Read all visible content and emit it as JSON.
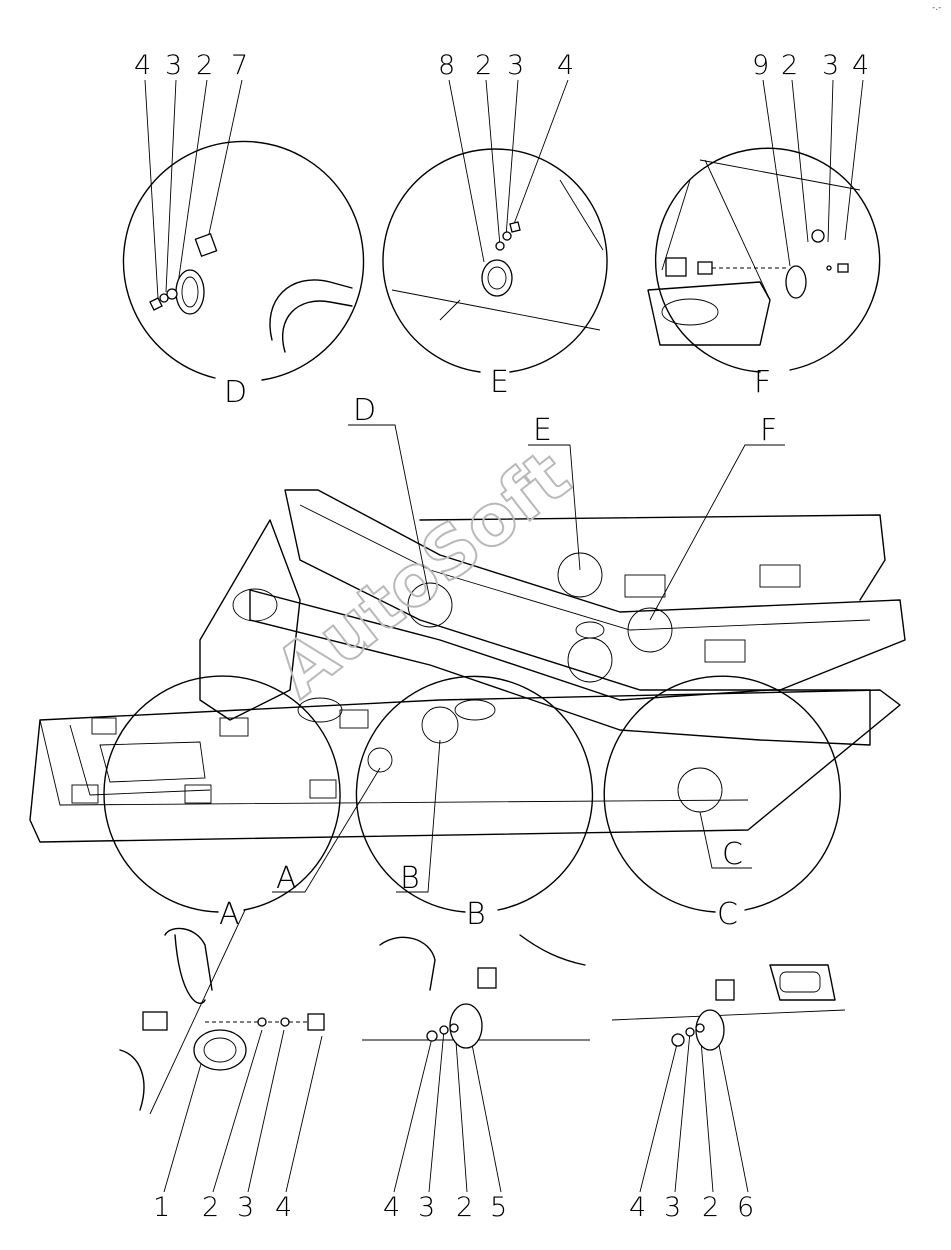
{
  "watermark": "AutoSoft",
  "corner_mark": "-.-",
  "callout_letters": [
    "A",
    "B",
    "C",
    "D",
    "E",
    "F"
  ],
  "details": {
    "D": {
      "letter": "D",
      "parts": [
        "4",
        "3",
        "2",
        "7"
      ]
    },
    "E": {
      "letter": "E",
      "parts": [
        "8",
        "2",
        "3",
        "4"
      ]
    },
    "F": {
      "letter": "F",
      "parts": [
        "9",
        "2",
        "3",
        "4"
      ]
    },
    "A": {
      "letter": "A",
      "parts": [
        "1",
        "2",
        "3",
        "4"
      ]
    },
    "B": {
      "letter": "B",
      "parts": [
        "4",
        "3",
        "2",
        "5"
      ]
    },
    "C": {
      "letter": "C",
      "parts": [
        "4",
        "3",
        "2",
        "6"
      ]
    }
  },
  "main_view": {
    "leaders": {
      "A": "A",
      "B": "B",
      "C": "C",
      "D": "D",
      "E": "E",
      "F": "F"
    }
  }
}
